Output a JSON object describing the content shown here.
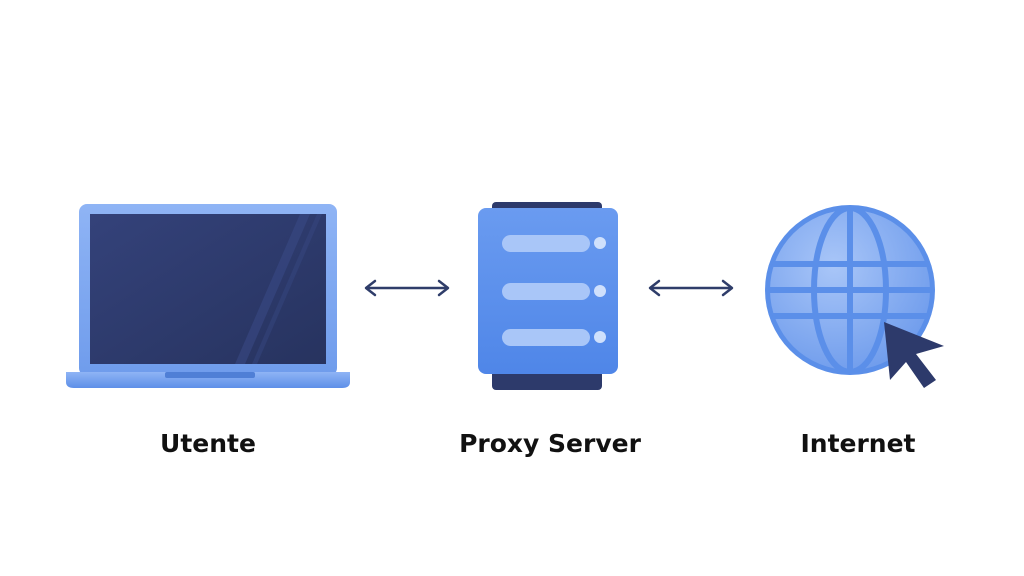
{
  "nodes": {
    "user": {
      "label": "Utente",
      "icon": "laptop-icon"
    },
    "proxy": {
      "label": "Proxy Server",
      "icon": "server-icon"
    },
    "internet": {
      "label": "Internet",
      "icon": "globe-cursor-icon"
    }
  },
  "connections": [
    {
      "from": "user",
      "to": "proxy",
      "direction": "bidirectional"
    },
    {
      "from": "proxy",
      "to": "internet",
      "direction": "bidirectional"
    }
  ],
  "colors": {
    "icon_blue": "#5b8fe9",
    "icon_light_blue": "#8fb4f5",
    "screen_dark": "#2d3a6b",
    "arrow": "#2f3d6a",
    "label_text": "#111111",
    "background": "#ffffff"
  }
}
